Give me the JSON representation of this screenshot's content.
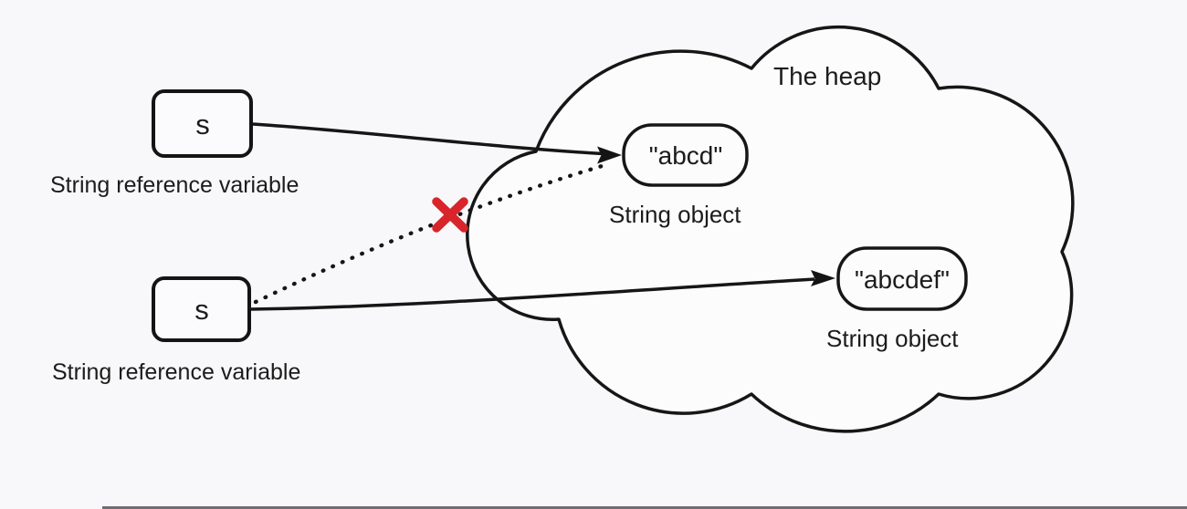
{
  "diagram": {
    "heap": {
      "title": "The heap"
    },
    "variables": [
      {
        "name": "s",
        "label": "String reference variable"
      },
      {
        "name": "s",
        "label": "String reference variable"
      }
    ],
    "objects": [
      {
        "value": "\"abcd\"",
        "label": "String object"
      },
      {
        "value": "\"abcdef\"",
        "label": "String object"
      }
    ],
    "broken_reference": {
      "meaning": "old reference crossed out",
      "color": "#d7252b"
    },
    "colors": {
      "ink": "#161616",
      "background": "#f8f7f9"
    }
  }
}
